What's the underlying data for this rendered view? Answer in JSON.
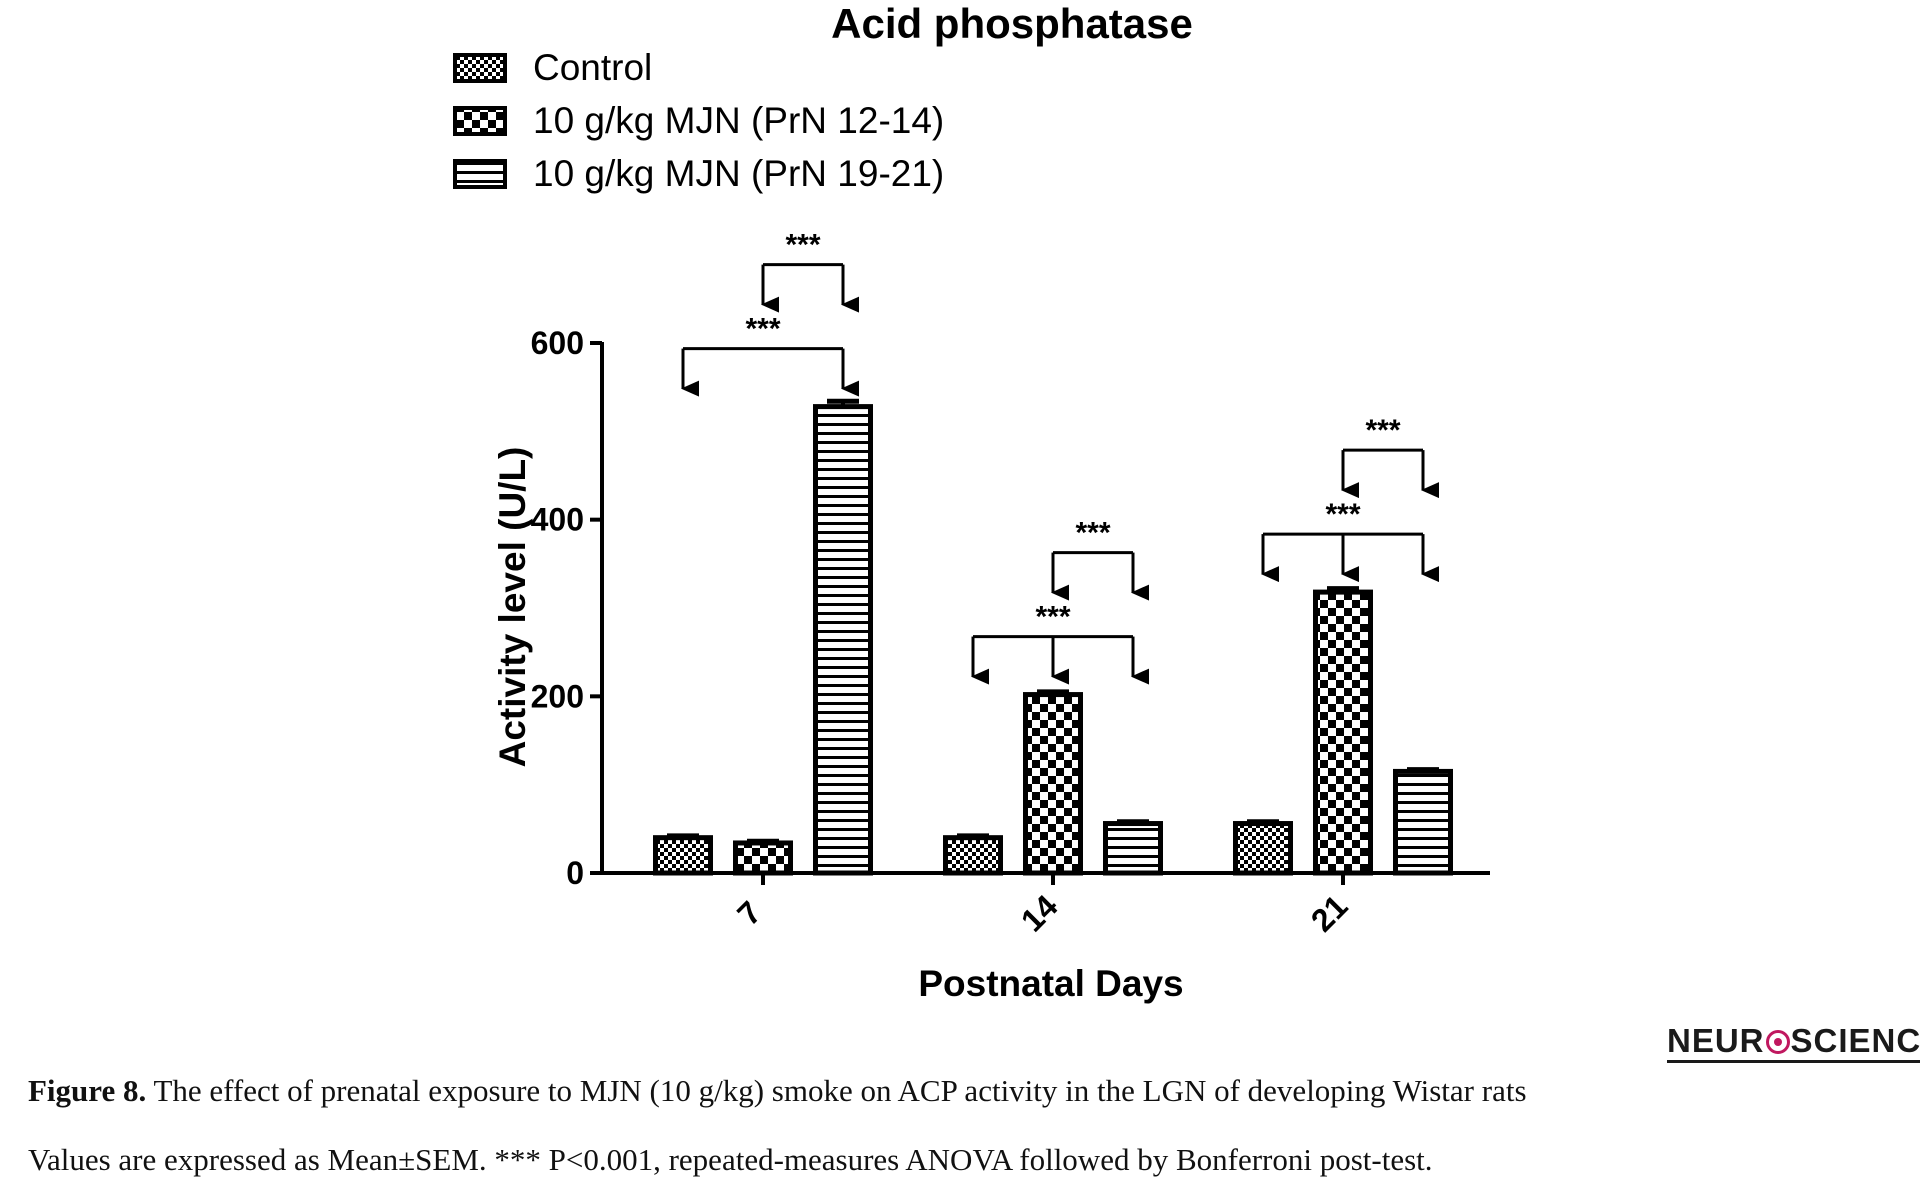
{
  "chart_data": {
    "type": "bar",
    "title": "Acid phosphatase",
    "xlabel": "Postnatal Days",
    "ylabel": "Activity level (U/L)",
    "categories": [
      "7",
      "14",
      "21"
    ],
    "ylim": [
      0,
      600
    ],
    "yticks": [
      "0",
      "200",
      "400",
      "600"
    ],
    "legend_position": "top-left",
    "series": [
      {
        "name": "Control",
        "values": [
          40,
          40,
          56
        ],
        "errors": [
          2,
          2,
          2
        ],
        "pattern": "fine-checker"
      },
      {
        "name": "10 g/kg MJN (PrN 12-14)",
        "values": [
          34,
          202,
          318
        ],
        "errors": [
          2,
          3,
          4
        ],
        "pattern": "coarse-checker"
      },
      {
        "name": "10 g/kg MJN (PrN 19-21)",
        "values": [
          528,
          56,
          115
        ],
        "errors": [
          6,
          2,
          2
        ],
        "pattern": "horizontal-stripes"
      }
    ],
    "significance": [
      {
        "label": "***",
        "category": "7",
        "from_series": 0,
        "to_series": 2,
        "drop_series": [
          0,
          2
        ]
      },
      {
        "label": "***",
        "category": "7",
        "from_series": 1,
        "to_series": 2,
        "drop_series": [
          1,
          2
        ]
      },
      {
        "label": "***",
        "category": "14",
        "from_series": 0,
        "to_series": 2,
        "drop_series": [
          0,
          1,
          2
        ]
      },
      {
        "label": "***",
        "category": "14",
        "from_series": 1,
        "to_series": 2,
        "drop_series": [
          1,
          2
        ]
      },
      {
        "label": "***",
        "category": "21",
        "from_series": 0,
        "to_series": 2,
        "drop_series": [
          0,
          1,
          2
        ]
      },
      {
        "label": "***",
        "category": "21",
        "from_series": 1,
        "to_series": 2,
        "drop_series": [
          1,
          2
        ]
      }
    ]
  },
  "logo": {
    "left": "NEUR",
    "right": "SCIENCE"
  },
  "caption": {
    "figure_label": "Figure 8.",
    "figure_text": " The effect of prenatal exposure to MJN (10 g/kg) smoke on ACP activity in the LGN of developing Wistar rats",
    "note": "Values are expressed as Mean±SEM. *** P<0.001, repeated-measures ANOVA followed by Bonferroni post-test."
  }
}
